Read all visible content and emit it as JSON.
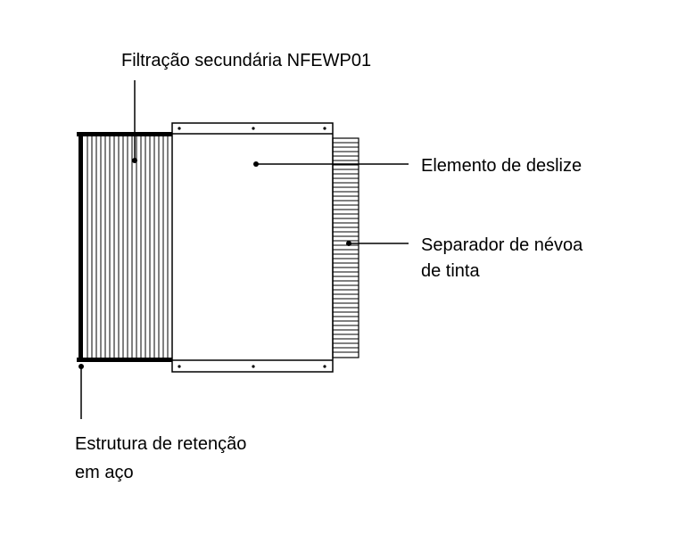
{
  "colors": {
    "stroke": "#000000",
    "background": "#ffffff"
  },
  "labels": {
    "secondary_filtration": "Filtração secundária NFEWP01",
    "sliding_element": "Elemento de deslize",
    "paint_mist_separator_line1": "Separador de névoa",
    "paint_mist_separator_line2": "de tinta",
    "steel_frame_line1": "Estrutura de retenção",
    "steel_frame_line2": "em aço"
  }
}
